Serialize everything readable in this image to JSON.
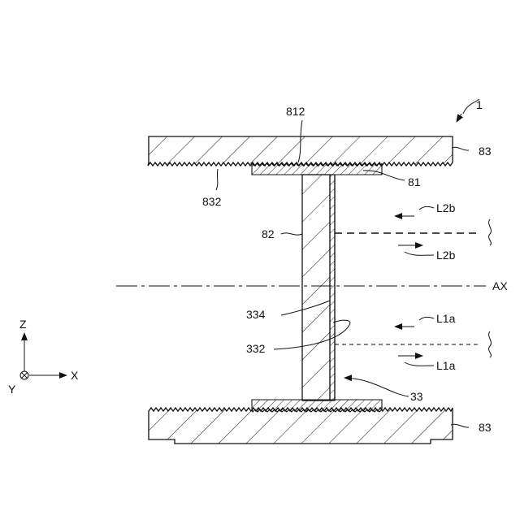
{
  "figure_ref": "1",
  "labels": {
    "top_plate": "83",
    "bottom_plate": "83",
    "top_interface": "812",
    "top_teeth": "832",
    "flange": "81",
    "web": "82",
    "layer_334": "334",
    "layer_332": "332",
    "layer_33": "33",
    "axis": "AX",
    "ray_upper_in": "L2b",
    "ray_upper_out": "L2b",
    "ray_lower_in": "L1a",
    "ray_lower_out": "L1a"
  },
  "coords": {
    "z": "Z",
    "x": "X",
    "y": "Y"
  }
}
